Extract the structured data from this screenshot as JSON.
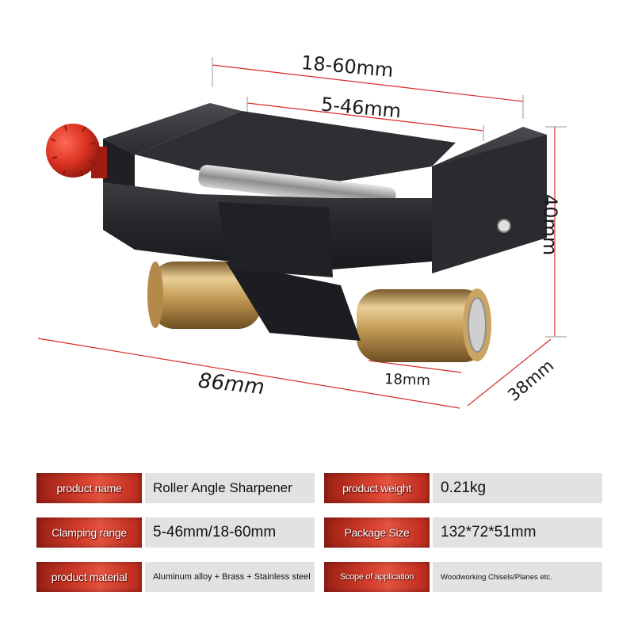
{
  "dimensions": {
    "outer_clamp": "18-60mm",
    "inner_clamp": "5-46mm",
    "height": "40mm",
    "length": "86mm",
    "roller": "18mm",
    "depth": "38mm"
  },
  "specs": [
    {
      "label": "product name",
      "value": "Roller Angle Sharpener"
    },
    {
      "label": "product weight",
      "value": "0.21kg"
    },
    {
      "label": "Clamping range",
      "value": "5-46mm/18-60mm"
    },
    {
      "label": "Package Size",
      "value": "132*72*51mm"
    },
    {
      "label": "product material",
      "value": "Aluminum alloy + Brass + Stainless steel"
    },
    {
      "label": "Scope of application",
      "value": "Woodworking Chisels/Planes etc."
    }
  ],
  "colors": {
    "label_red": "#d7412f",
    "value_gray": "#e2e2e2",
    "knob_red": "#d9301f",
    "brass": "#c9a463",
    "body_black": "#2a2b2d"
  }
}
